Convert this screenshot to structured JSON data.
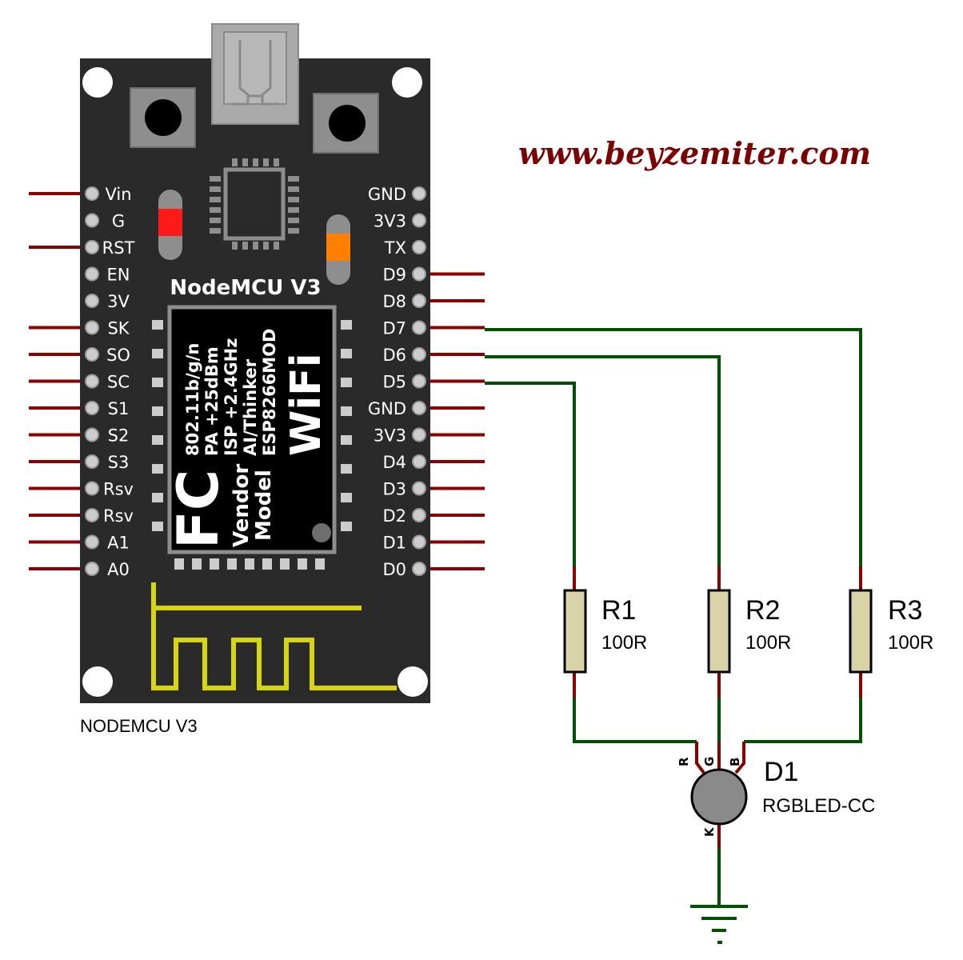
{
  "website": "www.beyzemiter.com",
  "board": {
    "title": "NodeMCU V3",
    "caption": "NODEMCU V3",
    "left_pins": [
      "Vin",
      "G",
      "RST",
      "EN",
      "3V",
      "SK",
      "SO",
      "SC",
      "S1",
      "S2",
      "S3",
      "Rsv",
      "Rsv",
      "A1",
      "A0"
    ],
    "right_pins": [
      "GND",
      "3V3",
      "TX",
      "D9",
      "D8",
      "D7",
      "D6",
      "D5",
      "GND",
      "3V3",
      "D4",
      "D3",
      "D2",
      "D1",
      "D0"
    ],
    "module_lines": [
      "802.11b/g/n",
      "PA +25dBm",
      "ISP +2.4GHz",
      "AI/Thinker",
      "ESP8266MOD"
    ],
    "module_brand": "WiFi",
    "module_fc": "FC",
    "module_vendor": "Vendor",
    "module_model": "Model",
    "led_colors": {
      "red": "#ff1a1a",
      "orange": "#ff8000"
    }
  },
  "resistors": [
    {
      "ref": "R1",
      "value": "100R",
      "net": "D5",
      "led_pin": "R"
    },
    {
      "ref": "R2",
      "value": "100R",
      "net": "D6",
      "led_pin": "G"
    },
    {
      "ref": "R3",
      "value": "100R",
      "net": "D7",
      "led_pin": "B"
    }
  ],
  "led": {
    "ref": "D1",
    "value": "RGBLED-CC",
    "pins": {
      "r": "R",
      "g": "G",
      "b": "B",
      "k": "K"
    }
  },
  "colors": {
    "board": "#2a2a2a",
    "wire": "#005200",
    "pin_stub": "#8b0000",
    "resistor_body": "#d9d3a8",
    "antenna": "#d6d60a",
    "led_body": "#8a8a8a"
  }
}
